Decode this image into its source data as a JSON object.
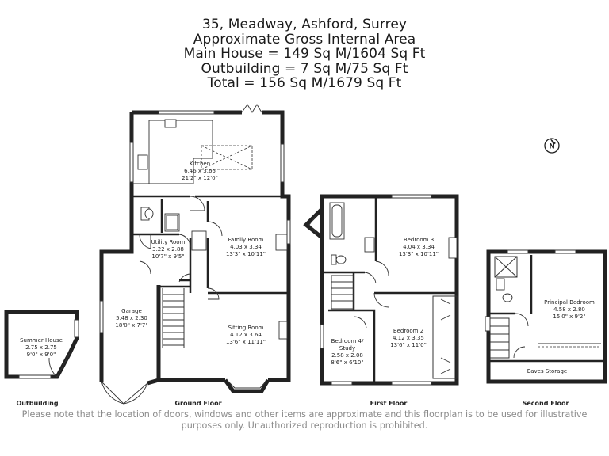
{
  "header": {
    "address": "35, Meadway, Ashford, Surrey",
    "area_title": "Approximate Gross Internal Area",
    "main_house": "Main House = 149 Sq M/1604 Sq Ft",
    "outbuilding": "Outbuilding = 7 Sq M/75 Sq Ft",
    "total": "Total = 156 Sq M/1679 Sq Ft"
  },
  "rooms": {
    "kitchen": {
      "name": "Kitchen",
      "metric": "6.46 x 3.66",
      "imperial": "21'2\" x 12'0\""
    },
    "utility": {
      "name": "Utility Room",
      "metric": "3.22 x 2.88",
      "imperial": "10'7\" x 9'5\""
    },
    "family": {
      "name": "Family Room",
      "metric": "4.03 x 3.34",
      "imperial": "13'3\" x 10'11\""
    },
    "garage": {
      "name": "Garage",
      "metric": "5.48 x 2.30",
      "imperial": "18'0\" x 7'7\""
    },
    "sitting": {
      "name": "Sitting Room",
      "metric": "4.12 x 3.64",
      "imperial": "13'6\" x 11'11\""
    },
    "summer": {
      "name": "Summer House",
      "metric": "2.75 x 2.75",
      "imperial": "9'0\" x 9'0\""
    },
    "bed3": {
      "name": "Bedroom 3",
      "metric": "4.04 x 3.34",
      "imperial": "13'3\" x 10'11\""
    },
    "bed4": {
      "name1": "Bedroom 4/",
      "name2": "Study",
      "metric": "2.58 x 2.08",
      "imperial": "8'6\" x 6'10\""
    },
    "bed2": {
      "name": "Bedroom 2",
      "metric": "4.12 x 3.35",
      "imperial": "13'6\" x 11'0\""
    },
    "principal": {
      "name": "Principal Bedroom",
      "metric": "4.58 x 2.80",
      "imperial": "15'0\" x 9'2\""
    },
    "eaves": {
      "name": "Eaves Storage"
    }
  },
  "floors": {
    "outbuilding": "Outbuilding",
    "ground": "Ground Floor",
    "first": "First Floor",
    "second": "Second Floor"
  },
  "compass": {
    "label": "N",
    "icon": "compass-north-icon"
  },
  "disclaimer": {
    "line1": "Please note that the location of doors, windows and other items are approximate and this floorplan is to be used for illustrative",
    "line2": "purposes only. Unauthorized reproduction is prohibited."
  }
}
